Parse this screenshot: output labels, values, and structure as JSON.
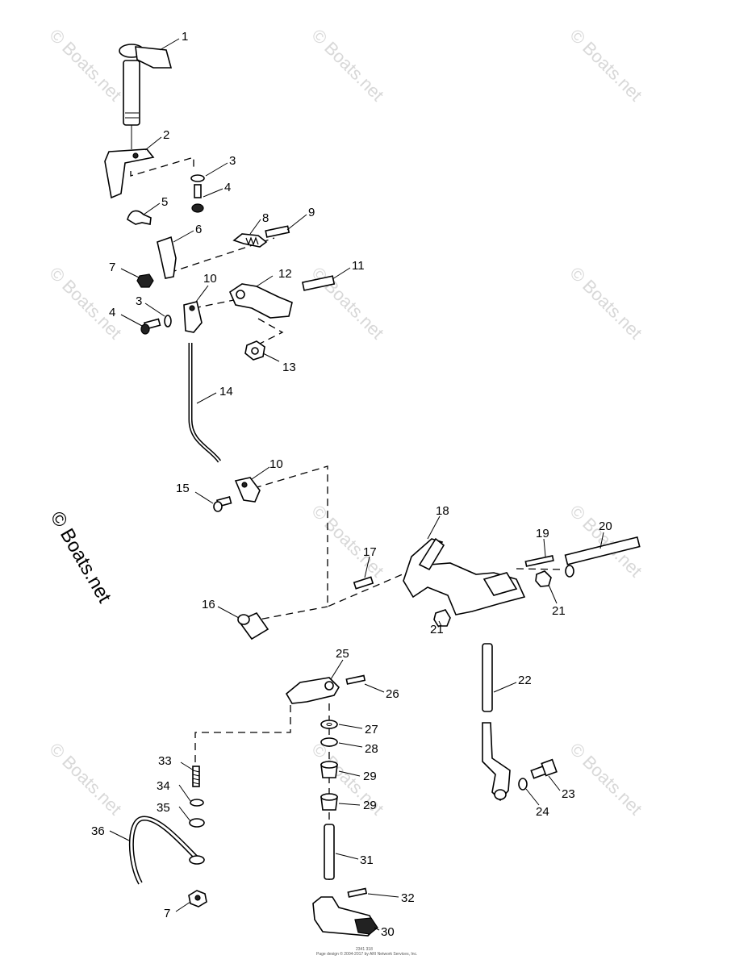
{
  "watermark": {
    "text": "© Boats.net",
    "color": "#d8d8d8"
  },
  "side_watermark": "© Boats.net",
  "footer": {
    "line1": "2341 318",
    "line2": "Page design © 2004-2017 by ARI Network Services, Inc."
  },
  "callouts": [
    {
      "id": "c1",
      "text": "1"
    },
    {
      "id": "c2",
      "text": "2"
    },
    {
      "id": "c3a",
      "text": "3"
    },
    {
      "id": "c4a",
      "text": "4"
    },
    {
      "id": "c5",
      "text": "5"
    },
    {
      "id": "c6",
      "text": "6"
    },
    {
      "id": "c7a",
      "text": "7"
    },
    {
      "id": "c8",
      "text": "8"
    },
    {
      "id": "c9",
      "text": "9"
    },
    {
      "id": "c10a",
      "text": "10"
    },
    {
      "id": "c11",
      "text": "11"
    },
    {
      "id": "c12",
      "text": "12"
    },
    {
      "id": "c3b",
      "text": "3"
    },
    {
      "id": "c4b",
      "text": "4"
    },
    {
      "id": "c13",
      "text": "13"
    },
    {
      "id": "c14",
      "text": "14"
    },
    {
      "id": "c10b",
      "text": "10"
    },
    {
      "id": "c15",
      "text": "15"
    },
    {
      "id": "c18",
      "text": "18"
    },
    {
      "id": "c19",
      "text": "19"
    },
    {
      "id": "c20",
      "text": "20"
    },
    {
      "id": "c17",
      "text": "17"
    },
    {
      "id": "c16",
      "text": "16"
    },
    {
      "id": "c21a",
      "text": "21"
    },
    {
      "id": "c21b",
      "text": "21"
    },
    {
      "id": "c25",
      "text": "25"
    },
    {
      "id": "c26",
      "text": "26"
    },
    {
      "id": "c22",
      "text": "22"
    },
    {
      "id": "c27",
      "text": "27"
    },
    {
      "id": "c28",
      "text": "28"
    },
    {
      "id": "c33",
      "text": "33"
    },
    {
      "id": "c29a",
      "text": "29"
    },
    {
      "id": "c34",
      "text": "34"
    },
    {
      "id": "c29b",
      "text": "29"
    },
    {
      "id": "c23",
      "text": "23"
    },
    {
      "id": "c35",
      "text": "35"
    },
    {
      "id": "c24",
      "text": "24"
    },
    {
      "id": "c36",
      "text": "36"
    },
    {
      "id": "c31",
      "text": "31"
    },
    {
      "id": "c32",
      "text": "32"
    },
    {
      "id": "c7b",
      "text": "7"
    },
    {
      "id": "c30",
      "text": "30"
    }
  ]
}
